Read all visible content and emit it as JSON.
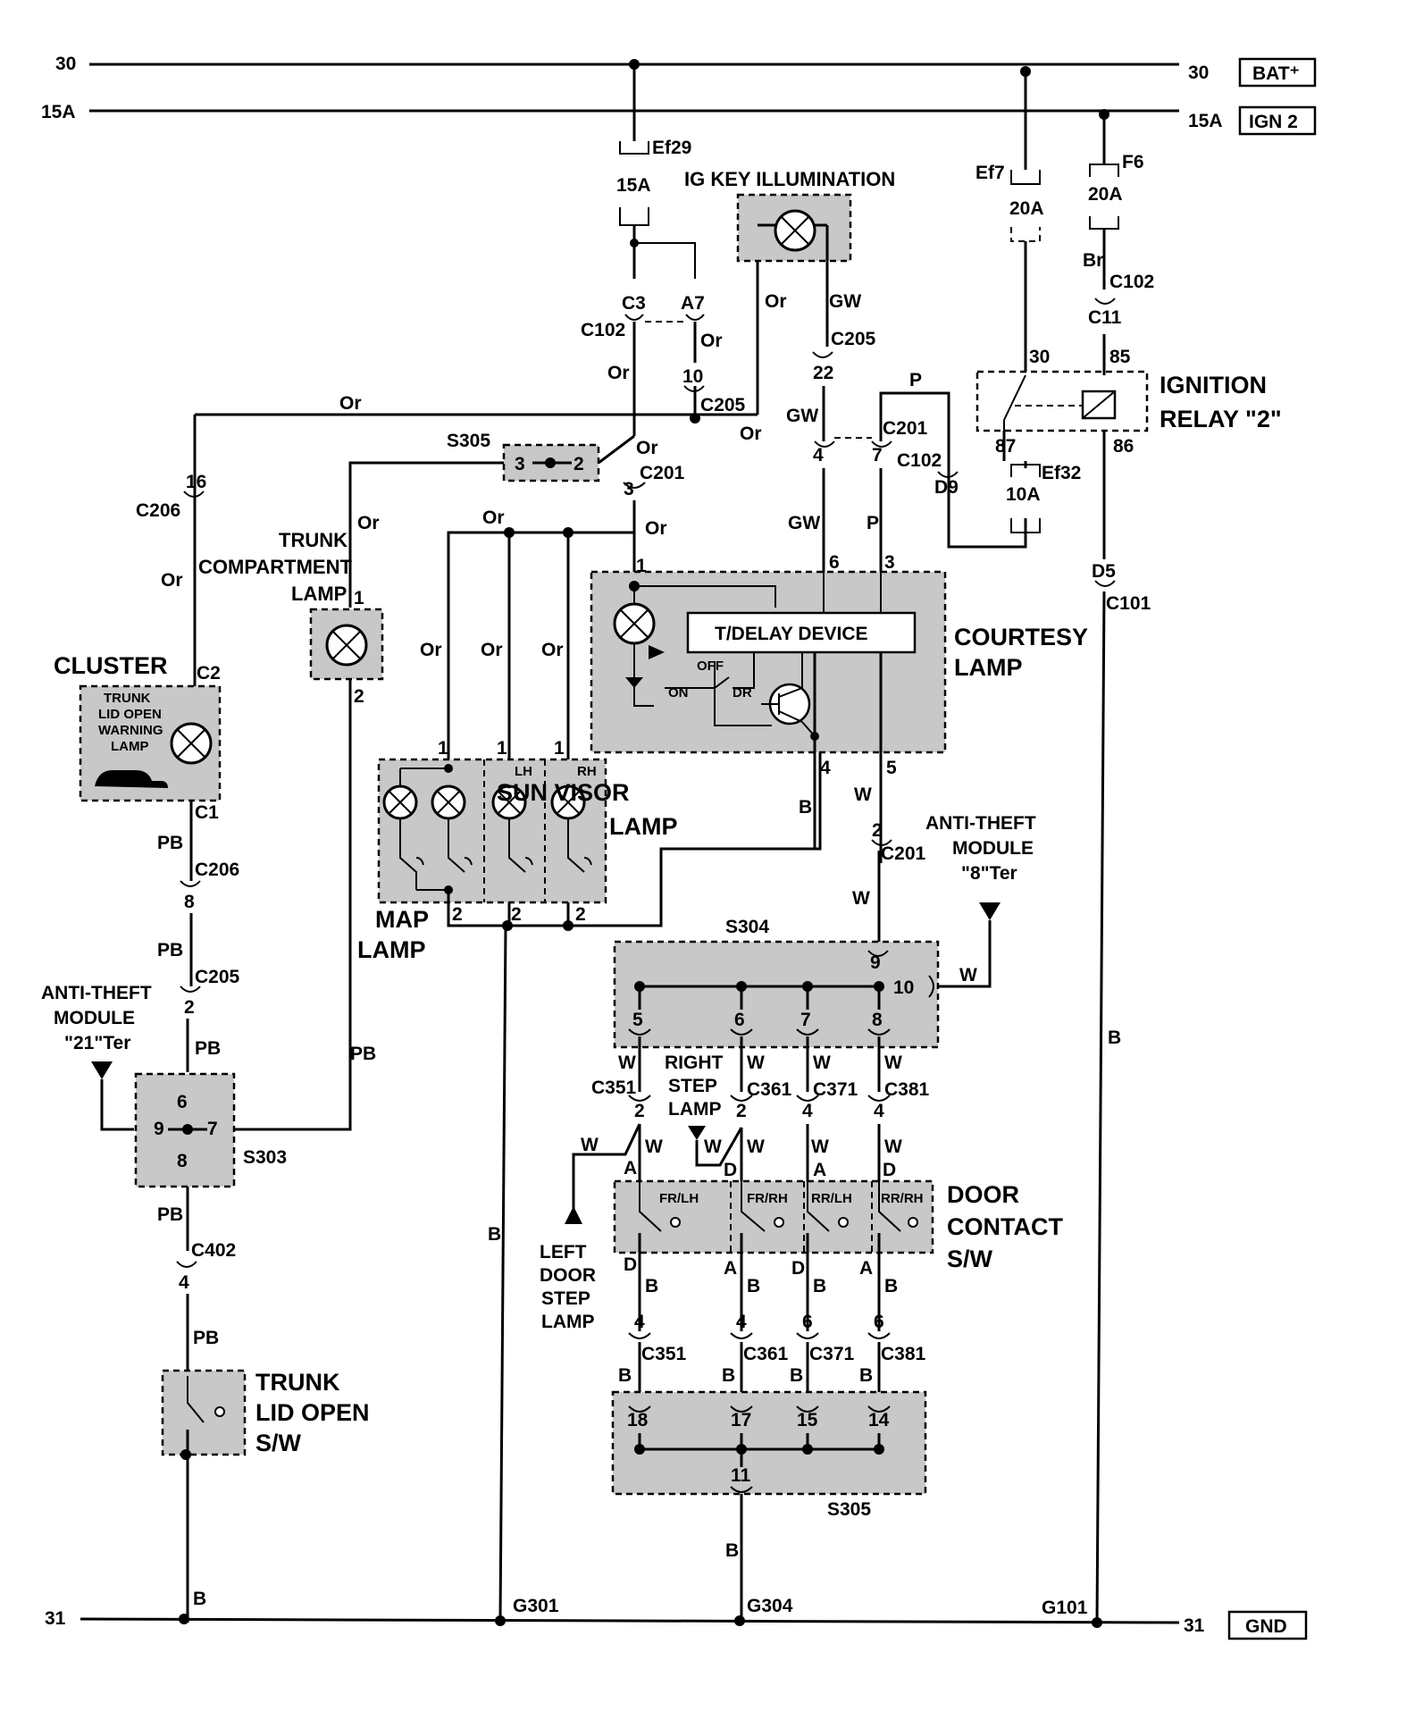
{
  "rails": {
    "b30": "30",
    "b15a": "15A",
    "b31": "31",
    "bat_label": "BAT⁺",
    "ign_label": "IGN 2",
    "gnd_label": "GND"
  },
  "components": {
    "ig_key": "IG KEY ILLUMINATION",
    "ignition_relay_l1": "IGNITION",
    "ignition_relay_l2": "RELAY \"2\"",
    "trunk_comp_l1": "TRUNK",
    "trunk_comp_l2": "COMPARTMENT",
    "trunk_comp_l3": "LAMP",
    "cluster": "CLUSTER",
    "cluster_inner": [
      "TRUNK",
      "LID OPEN",
      "WARNING",
      "LAMP"
    ],
    "courtesy_l1": "COURTESY",
    "courtesy_l2": "LAMP",
    "tdelay": "T/DELAY DEVICE",
    "sun_visor_l1": "SUN VISOR",
    "sun_visor_l2": "LAMP",
    "map_l1": "MAP",
    "map_l2": "LAMP",
    "door_contact_l1": "DOOR",
    "door_contact_l2": "CONTACT",
    "door_contact_l3": "S/W",
    "trunk_sw_l1": "TRUNK",
    "trunk_sw_l2": "LID OPEN",
    "trunk_sw_l3": "S/W",
    "anti_theft_r": [
      "ANTI-THEFT",
      "MODULE",
      "\"8\"Ter"
    ],
    "anti_theft_l": [
      "ANTI-THEFT",
      "MODULE",
      "\"21\"Ter"
    ],
    "right_step": [
      "RIGHT",
      "STEP",
      "LAMP"
    ],
    "left_step": [
      "LEFT",
      "DOOR",
      "STEP",
      "LAMP"
    ],
    "door_sw": [
      "FR/LH",
      "FR/RH",
      "RR/LH",
      "RR/RH"
    ],
    "lh": "LH",
    "rh": "RH",
    "on": "ON",
    "off": "OFF",
    "dr": "DR"
  },
  "fuses": {
    "ef29": "Ef29",
    "ef29_a": "15A",
    "ef7": "Ef7",
    "ef7_a": "20A",
    "f6": "F6",
    "f6_a": "20A",
    "ef32": "Ef32",
    "ef32_a": "10A"
  },
  "connectors": {
    "c102": "C102",
    "c205": "C205",
    "c201": "C201",
    "c206": "C206",
    "c101": "C101",
    "c11": "C11",
    "c3": "C3",
    "a7": "A7",
    "d9": "D9",
    "d5": "D5",
    "c1": "C1",
    "c2": "C2",
    "c402": "C402",
    "c351": "C351",
    "c361": "C361",
    "c371": "C371",
    "c381": "C381",
    "s305": "S305",
    "s304": "S304",
    "s303": "S303",
    "g301": "G301",
    "g304": "G304",
    "g101": "G101"
  },
  "wires": {
    "or": "Or",
    "gw": "GW",
    "p": "P",
    "w": "W",
    "b": "B",
    "pb": "PB",
    "br": "Br"
  },
  "pins": {
    "p10": "10",
    "p22": "22",
    "p16": "16",
    "p4": "4",
    "p7": "7",
    "p3": "3",
    "p2": "2",
    "p1": "1",
    "p6": "6",
    "p5": "5",
    "p8": "8",
    "p9": "9",
    "p11": "11",
    "p14": "14",
    "p15": "15",
    "p17": "17",
    "p18": "18",
    "p30": "30",
    "p85": "85",
    "p87": "87",
    "p86": "86",
    "pa": "A",
    "pd": "D"
  }
}
